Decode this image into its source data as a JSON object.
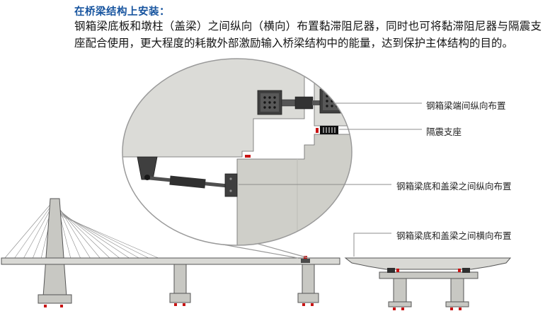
{
  "heading": {
    "title": "在桥梁结构上安装："
  },
  "body": {
    "text": "钢箱梁底板和墩柱（盖梁）之间纵向（横向）布置黏滞阻尼器，同时也可将黏滞阻尼器与隔震支座配合使用，更大程度的耗散外部激励输入桥梁结构中的能量，达到保护主体结构的目的。"
  },
  "annotations": [
    {
      "id": "girder-end-longitudinal",
      "text": "钢箱梁端间纵向布置"
    },
    {
      "id": "isolation-bearing",
      "text": "隔震支座"
    },
    {
      "id": "girder-capbeam-longitudinal",
      "text": "钢箱梁底和盖梁之间纵向布置"
    },
    {
      "id": "girder-capbeam-transverse",
      "text": "钢箱梁底和盖梁之间横向布置"
    }
  ],
  "colors": {
    "title_blue": "#17549f",
    "marker_red": "#c81414",
    "girder_gray": "#dbdbd7",
    "pier_gray": "#cfcfc9",
    "structure_gray": "#c8c8c3",
    "deck_gray": "#d9d9d5",
    "outline_gray": "#5a5a5a",
    "leader_gray": "#8c8c8c",
    "metal_dark": "#3f3f3f"
  }
}
